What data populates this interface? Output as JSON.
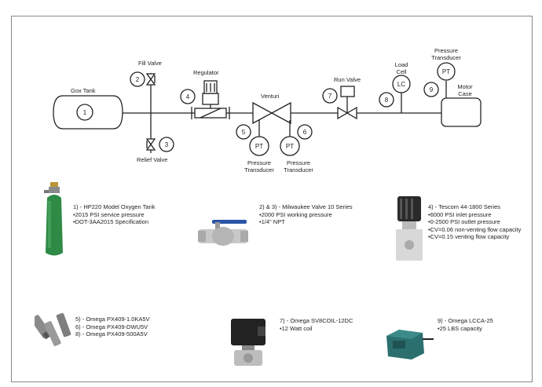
{
  "diagram": {
    "labels": {
      "fill_valve": "Fill Valve",
      "regulator": "Regulator",
      "gox_tank": "Gox Tank",
      "venturi": "Venturi",
      "run_valve": "Run Valve",
      "load_cell_line1": "Load",
      "load_cell_line2": "Cell",
      "pressure_transducer_top_line1": "Pressure",
      "pressure_transducer_top_line2": "Transducer",
      "motor_case_line1": "Motor",
      "motor_case_line2": "Case",
      "relief_valve": "Relief Valve",
      "pt5_line1": "Pressure",
      "pt5_line2": "Transducer",
      "pt6_line1": "Pressure",
      "pt6_line2": "Transducer"
    },
    "gauge_text": {
      "lc": "LC",
      "pt": "PT"
    },
    "numbers": [
      "1",
      "2",
      "3",
      "4",
      "5",
      "6",
      "7",
      "8",
      "9"
    ],
    "line_color": "#222222"
  },
  "components": {
    "oxygen_tank": {
      "title": "1) - HP220 Model Oxygen Tank",
      "lines": [
        "•2015 PSI service pressure",
        "•DOT-3AA2015 Specification"
      ]
    },
    "ball_valve": {
      "title": "2) & 3) - Milwaukee Valve 10 Series",
      "lines": [
        "•2000 PSI working pressure",
        "•1/4\" NPT"
      ]
    },
    "regulator": {
      "title": "4) - Tescom 44-1800 Series",
      "lines": [
        "•6000 PSI inlet pressure",
        "•0-2500 PSI outlet pressure",
        "•CV=0.06 non-venting flow capacity",
        "•CV=0.15 venting flow capacity"
      ]
    },
    "transducers": {
      "lines": [
        "5) - Omega PX409-1.0KA5V",
        "6) - Omega PX409-DWU5V",
        "8) - Omega PX409-500A5V"
      ]
    },
    "solenoid": {
      "title": "7) - Omega SV8COIL-12DC",
      "lines": [
        "•12 Watt coil"
      ]
    },
    "load_cell": {
      "title": "9) - Omega LCCA-25",
      "lines": [
        "•25 LBS capacity"
      ]
    }
  }
}
